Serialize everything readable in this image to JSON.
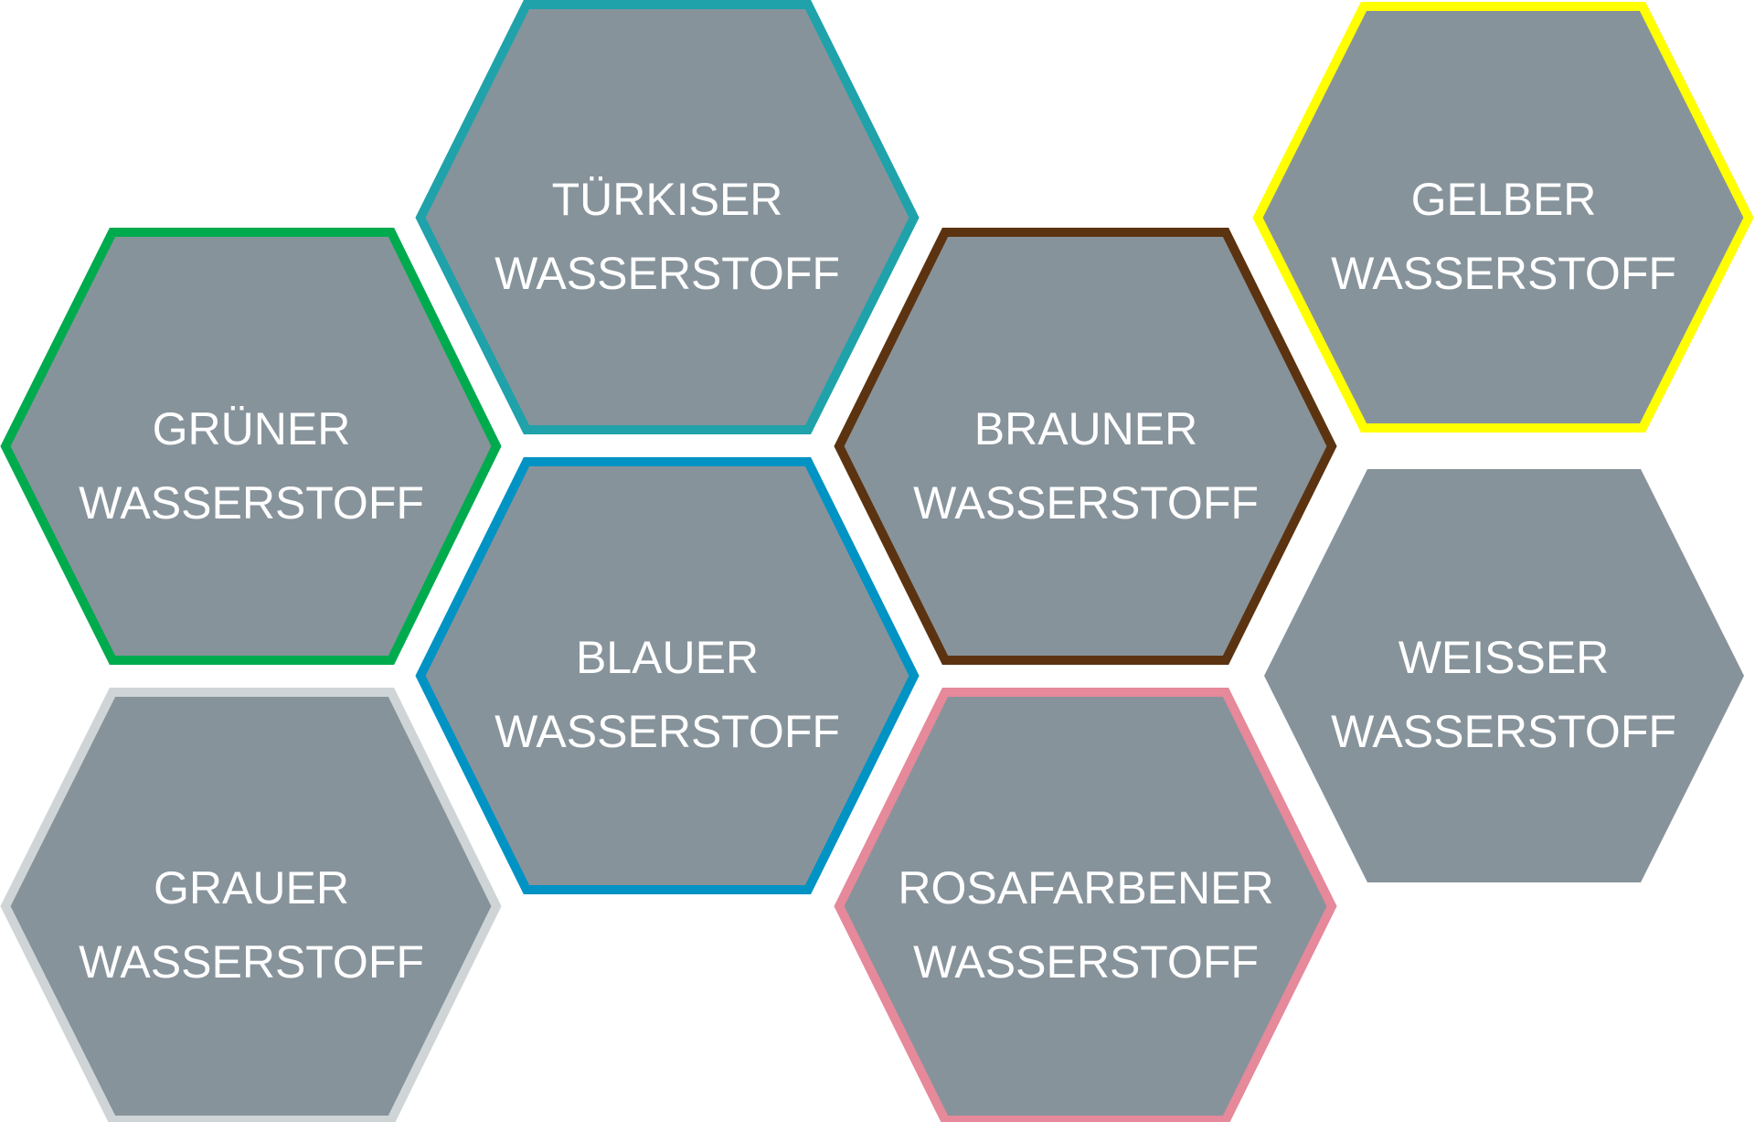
{
  "diagram": {
    "fill_color": "#87939b",
    "hexagons": [
      {
        "id": "gruener",
        "line1": "GRÜNER",
        "line2": "WASSERSTOFF",
        "border_color": "#00ab4e"
      },
      {
        "id": "grauer",
        "line1": "GRAUER",
        "line2": "WASSERSTOFF",
        "border_color": "#cfd5d6"
      },
      {
        "id": "tuerkiser",
        "line1": "TÜRKISER",
        "line2": "WASSERSTOFF",
        "border_color": "#1fa2aa"
      },
      {
        "id": "blauer",
        "line1": "BLAUER",
        "line2": "WASSERSTOFF",
        "border_color": "#0093c4"
      },
      {
        "id": "brauner",
        "line1": "BRAUNER",
        "line2": "WASSERSTOFF",
        "border_color": "#5c3310"
      },
      {
        "id": "rosafarbener",
        "line1": "ROSAFARBENER",
        "line2": "WASSERSTOFF",
        "border_color": "#e5899b"
      },
      {
        "id": "gelber",
        "line1": "GELBER",
        "line2": "WASSERSTOFF",
        "border_color": "#ffff00"
      },
      {
        "id": "weisser",
        "line1": "WEISSER",
        "line2": "WASSERSTOFF",
        "border_color": ""
      }
    ]
  }
}
